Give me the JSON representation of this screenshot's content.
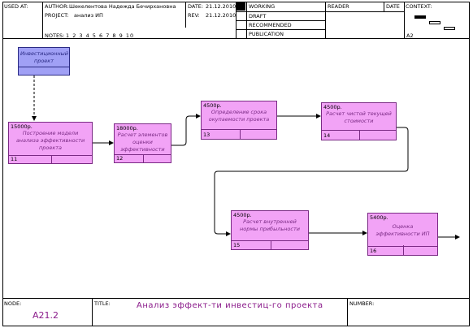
{
  "header": {
    "used_at_label": "USED AT:",
    "author_label": "AUTHOR:",
    "author": "Шекелентова Надежда Бечирхановна",
    "project_label": "PROJECT:",
    "project": "анализ ИП",
    "date_label": "DATE:",
    "date": "21.12.2010",
    "rev_label": "REV:",
    "rev": "21.12.2010",
    "notes_label": "NOTES:",
    "notes": "1 2 3 4 5 6 7 8 9 10",
    "status": [
      "WORKING",
      "DRAFT",
      "RECOMMENDED",
      "PUBLICATION"
    ],
    "reader_label": "READER",
    "date2_label": "DATE",
    "context_label": "CONTEXT:",
    "context_node": "A2"
  },
  "diagram": {
    "input": "Инвестиционный проект",
    "boxes": [
      {
        "cost": "15000р.",
        "title": "Построение модели анализа эффективности проекта",
        "num": "11"
      },
      {
        "cost": "18000р.",
        "title": "Расчет элементов оценки эффективности",
        "num": "12"
      },
      {
        "cost": "4500р.",
        "title": "Определение срока окупаемости проекта",
        "num": "13"
      },
      {
        "cost": "4500р.",
        "title": "Расчет чистой текущей стоимости",
        "num": "14"
      },
      {
        "cost": "4500р.",
        "title": "Расчет внутренней нормы прибыльности",
        "num": "15"
      },
      {
        "cost": "5400р.",
        "title": "Оценка эффективности ИП",
        "num": "16"
      }
    ]
  },
  "footer": {
    "node_label": "NODE:",
    "node": "A21.2",
    "title_label": "TITLE:",
    "title": "Анализ эффект-ти инвестиц-го проекта",
    "number_label": "NUMBER:"
  },
  "colors": {
    "activity_fill": "#f2a3f6",
    "activity_border": "#7a2a84",
    "input_fill": "#a0a0f5",
    "title_text": "#8a1a8a"
  }
}
